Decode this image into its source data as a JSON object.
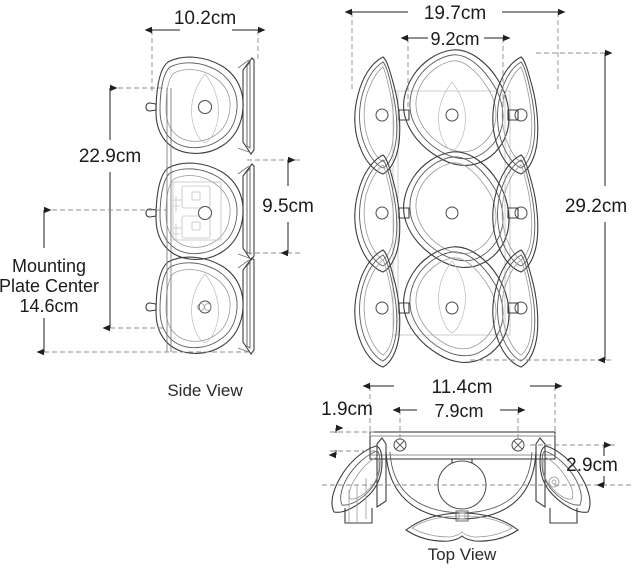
{
  "drawing": {
    "title_note": "technical dimension drawing",
    "units": "cm",
    "line_color": "#3c3c3c",
    "dimension_color": "#1f1f1f",
    "extension_color": "#8c8c8c",
    "background": "#ffffff"
  },
  "side_view": {
    "label": "Side View",
    "dimensions": {
      "depth": "10.2cm",
      "overall_height": "22.9cm",
      "module_height": "9.5cm",
      "mounting_plate_center": {
        "line1": "Mounting",
        "line2": "Plate Center",
        "line3": "14.6cm"
      }
    }
  },
  "front_view": {
    "dimensions": {
      "overall_width": "19.7cm",
      "center_panel_width": "9.2cm",
      "overall_height": "29.2cm"
    },
    "grid": {
      "rows": 3,
      "columns": 3
    }
  },
  "top_view": {
    "label": "Top View",
    "dimensions": {
      "plate_width": "11.4cm",
      "hole_spacing": "7.9cm",
      "plate_thickness": "1.9cm",
      "depth": "2.9cm"
    }
  }
}
